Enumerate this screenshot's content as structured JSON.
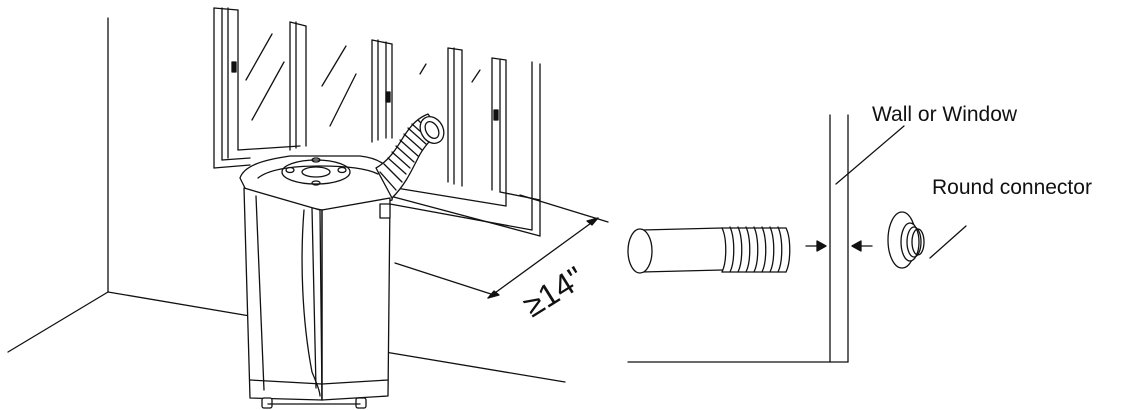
{
  "labels": {
    "wall_or_window": "Wall or Window",
    "round_connector": "Round connector",
    "clearance": "≥14\""
  },
  "colors": {
    "line": "#111111",
    "background": "#ffffff"
  },
  "icons": [
    "portable-air-conditioner",
    "exhaust-hose",
    "round-connector",
    "arrow-right",
    "arrow-left"
  ]
}
